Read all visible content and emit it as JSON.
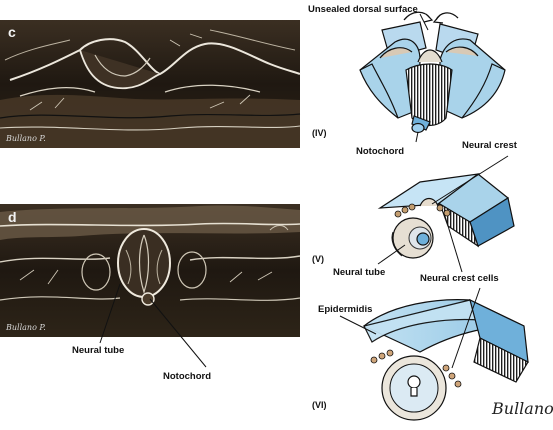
{
  "panels": {
    "c": {
      "letter": "c",
      "signature": "Bullano P."
    },
    "d": {
      "letter": "d",
      "signature": "Bullano P."
    },
    "iv": {
      "roman": "(IV)"
    },
    "v": {
      "roman": "(V)"
    },
    "vi": {
      "roman": "(VI)",
      "signature": "Bullano P."
    }
  },
  "labels": {
    "unsealed_dorsal_surface": "Unsealed dorsal surface",
    "notochord_iv": "Notochord",
    "neural_crest": "Neural crest",
    "neural_tube_v": "Neural tube",
    "neural_crest_cells": "Neural crest cells",
    "epidermidis": "Epidermidis",
    "neural_tube_d": "Neural tube",
    "notochord_d": "Notochord"
  },
  "colors": {
    "tissue_blue": "#a9d3ea",
    "tissue_blue_dark": "#4f93c3",
    "tan": "#c9b29a",
    "dark_tissue": "#2a2119",
    "highlight": "#e8e2d6"
  }
}
